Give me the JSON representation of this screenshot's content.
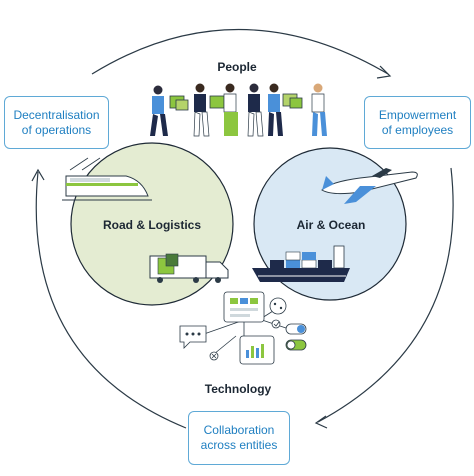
{
  "diagram": {
    "top_label": "People",
    "bottom_label": "Technology",
    "left_circle_label": "Road & Logistics",
    "right_circle_label": "Air & Ocean",
    "boxes": {
      "left": [
        "Decentralisation",
        "of operations"
      ],
      "right": [
        "Empowerment",
        "of employees"
      ],
      "bottom": [
        "Collaboration",
        "across entities"
      ]
    },
    "icons": [
      "people-group-icon",
      "train-icon",
      "truck-icon",
      "airplane-icon",
      "ship-icon",
      "technology-network-icon"
    ]
  },
  "colors": {
    "left_circle_fill": "#e4ecd2",
    "right_circle_fill": "#d9e8f4",
    "circle_stroke": "#1e2a36",
    "box_border": "#5fa9d6",
    "box_text": "#1f7fc1",
    "accent_green": "#8cc63f",
    "accent_blue": "#4a90d9",
    "arrow": "#2b3a46"
  }
}
